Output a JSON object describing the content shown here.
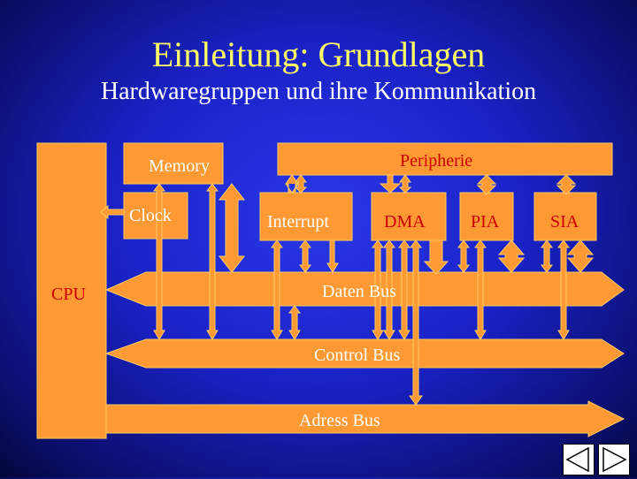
{
  "slide": {
    "title": "Einleitung: Grundlagen",
    "subtitle": "Hardwaregruppen und ihre Kommunikation"
  },
  "diagram": {
    "components": {
      "memory": "Memory",
      "peripherie": "Peripherie",
      "clock": "Clock",
      "interrupt": "Interrupt",
      "dma": "DMA",
      "pia": "PIA",
      "sia": "SIA",
      "cpu": "CPU"
    },
    "buses": {
      "data": "Daten Bus",
      "control": "Control Bus",
      "address": "Adress Bus"
    }
  },
  "colors": {
    "block_fill": "#ff9933",
    "block_stroke": "#ffcc66",
    "title_text": "#ffff66",
    "link_text": "#cc0000",
    "background": "#1a22c8"
  },
  "nav": {
    "back_icon": "play-back-icon",
    "forward_icon": "play-forward-icon"
  }
}
